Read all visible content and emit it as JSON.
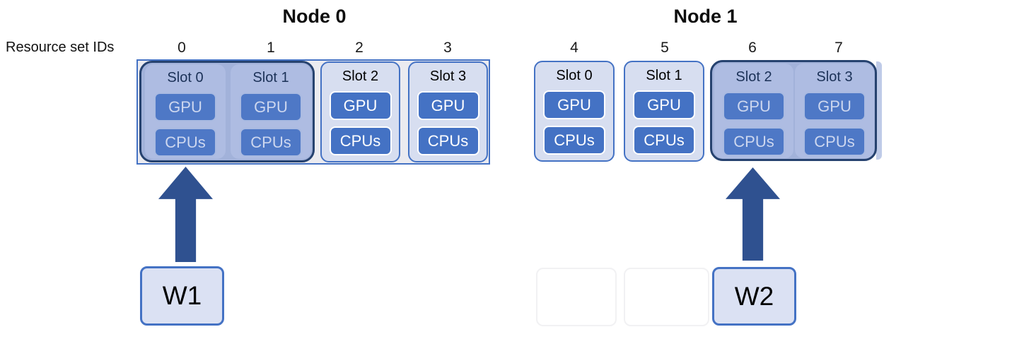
{
  "diagram": {
    "resource_ids_label": "Resource set IDs",
    "nodes": [
      {
        "title": "Node 0",
        "resource_set_ids": [
          "0",
          "1",
          "2",
          "3"
        ],
        "slots": [
          {
            "label": "Slot 0",
            "resources": [
              "GPU",
              "CPUs"
            ],
            "assigned": true
          },
          {
            "label": "Slot 1",
            "resources": [
              "GPU",
              "CPUs"
            ],
            "assigned": true
          },
          {
            "label": "Slot 2",
            "resources": [
              "GPU",
              "CPUs"
            ],
            "assigned": false
          },
          {
            "label": "Slot 3",
            "resources": [
              "GPU",
              "CPUs"
            ],
            "assigned": false
          }
        ],
        "assigned_worker": "W1"
      },
      {
        "title": "Node 1",
        "resource_set_ids": [
          "4",
          "5",
          "6",
          "7"
        ],
        "slots": [
          {
            "label": "Slot 0",
            "resources": [
              "GPU",
              "CPUs"
            ],
            "assigned": false
          },
          {
            "label": "Slot 1",
            "resources": [
              "GPU",
              "CPUs"
            ],
            "assigned": false
          },
          {
            "label": "Slot 2",
            "resources": [
              "GPU",
              "CPUs"
            ],
            "assigned": true
          },
          {
            "label": "Slot 3",
            "resources": [
              "GPU",
              "CPUs"
            ],
            "assigned": true
          }
        ],
        "assigned_worker": "W2"
      }
    ],
    "workers": [
      {
        "label": "W1"
      },
      {
        "label": "W2"
      }
    ],
    "colors": {
      "slot_fill": "#d7def0",
      "slot_border": "#4472c4",
      "resource_fill": "#4472c4",
      "group_fill": "#a2b2da",
      "group_border": "#26426f",
      "arrow": "#2f5190",
      "worker_fill": "#dbe1f3"
    }
  }
}
